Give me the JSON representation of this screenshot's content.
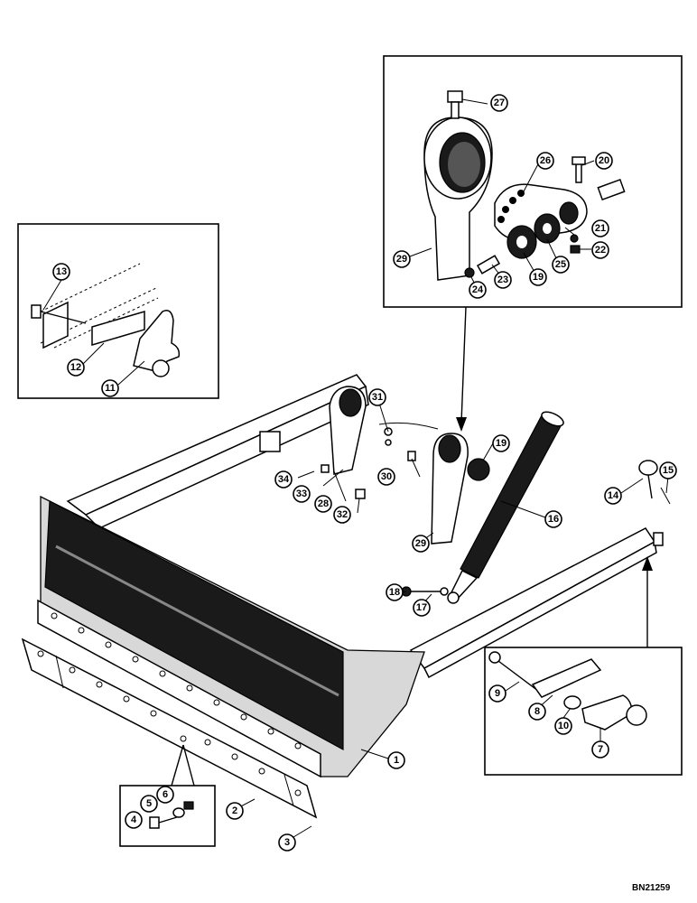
{
  "drawing_ref": "BN21259",
  "callouts": [
    "1",
    "2",
    "3",
    "4",
    "5",
    "6",
    "7",
    "8",
    "9",
    "10",
    "11",
    "12",
    "13",
    "14",
    "15",
    "16",
    "17",
    "18",
    "19",
    "19",
    "20",
    "21",
    "22",
    "23",
    "24",
    "25",
    "26",
    "27",
    "28",
    "29",
    "29",
    "30",
    "31",
    "32",
    "33",
    "34"
  ]
}
